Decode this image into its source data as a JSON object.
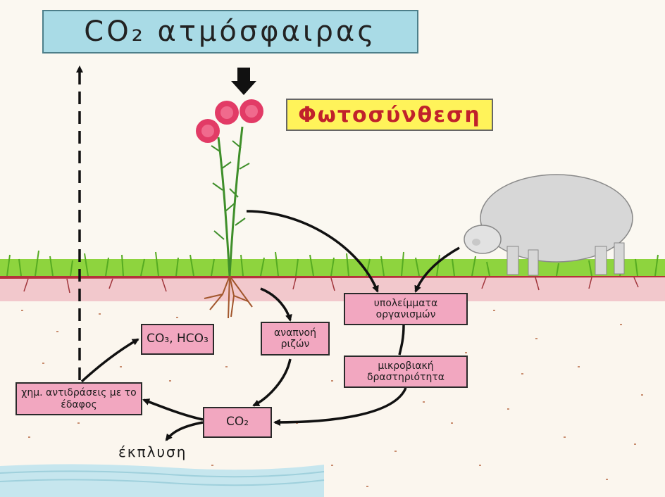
{
  "title": "CO₂ ατμόσφαιρας",
  "photosynthesis": "Φωτοσύνθεση",
  "boxes": {
    "residues": "υπολείμματα οργανισμών",
    "microbial": "μικροβιακή δραστηριότητα",
    "root_respiration": "αναπνοή ριζών",
    "carbonates": "CO₃, HCO₃",
    "chem_reactions": "χημ. αντιδράσεις με το έδαφος",
    "soil_co2": "CO₂",
    "leaching": "έκπλυση"
  },
  "colors": {
    "sky_box": "#a9dbe6",
    "photo_box": "#fff35a",
    "photo_text": "#c0212b",
    "pink_box": "#f2a7c0",
    "grass": "#6cc22a",
    "soil_band": "#e7a0a6",
    "water": "#bfe3ea"
  }
}
